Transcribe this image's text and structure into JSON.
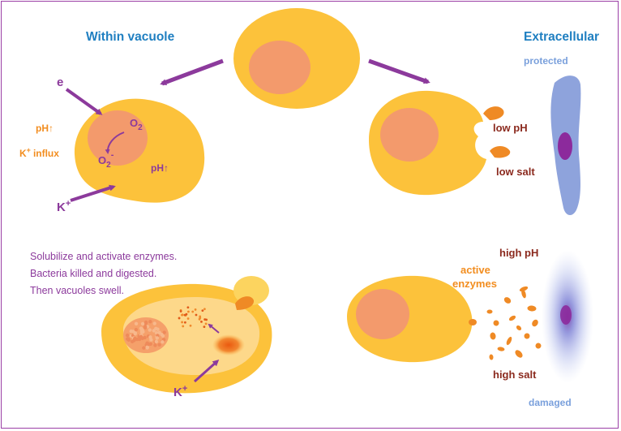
{
  "headers": {
    "within": "Within vacuole",
    "extracellular": "Extracellular"
  },
  "labels": {
    "protected": "protected",
    "damaged": "damaged",
    "low_ph": "low pH",
    "low_salt": "low salt",
    "high_ph": "high pH",
    "high_salt": "high salt",
    "active_enzymes_1": "active",
    "active_enzymes_2": "enzymes",
    "electron": "e",
    "o2_top": "O",
    "o2_top_sub": "2",
    "o2_bottom": "O",
    "o2_bottom_sub": "2",
    "o2_bottom_sup": "-",
    "ph_left": "pH",
    "ph_right": "pH",
    "ph_arrow": "↑",
    "k_influx": "influx",
    "k": "K",
    "k_sup": "+"
  },
  "notes": {
    "line1": "Solubilize and activate enzymes.",
    "line2": "Bacteria killed and digested.",
    "line3": "Then vacuoles swell."
  },
  "colors": {
    "cell": "#fcc23b",
    "nucleus": "#f39a6c",
    "purple": "#8c3a9c",
    "header_blue": "#1f7fc1",
    "orange_text": "#f28d1f",
    "dark_red": "#8b2a1e",
    "bacteria_blue": "#8ea3dc"
  }
}
